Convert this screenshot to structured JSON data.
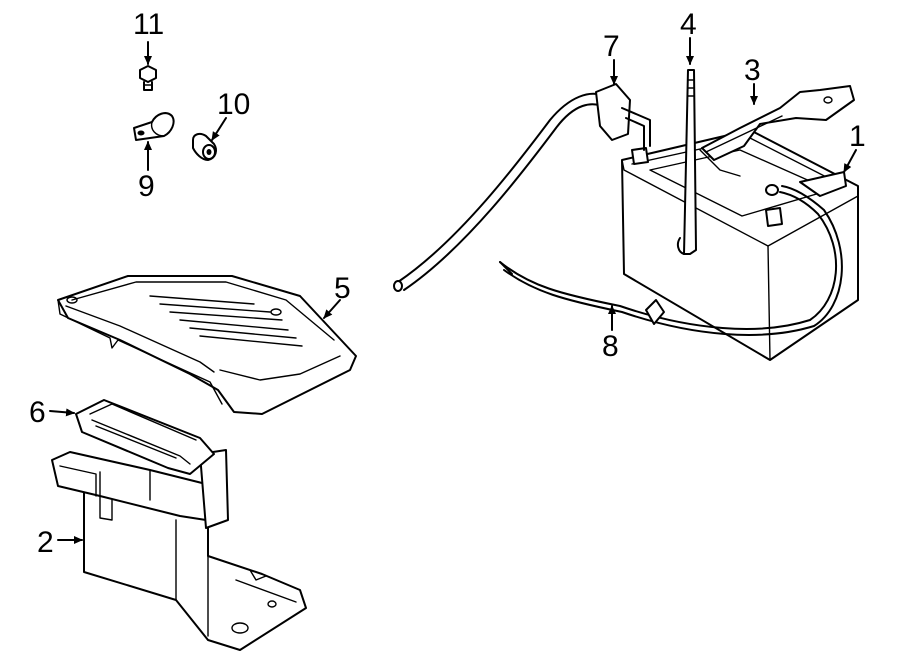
{
  "diagram": {
    "background": "#ffffff",
    "line_color": "#000000",
    "callouts": [
      {
        "id": "c1",
        "label": "1"
      },
      {
        "id": "c2",
        "label": "2"
      },
      {
        "id": "c3",
        "label": "3"
      },
      {
        "id": "c4",
        "label": "4"
      },
      {
        "id": "c5",
        "label": "5"
      },
      {
        "id": "c6",
        "label": "6"
      },
      {
        "id": "c7",
        "label": "7"
      },
      {
        "id": "c8",
        "label": "8"
      },
      {
        "id": "c9",
        "label": "9"
      },
      {
        "id": "c10",
        "label": "10"
      },
      {
        "id": "c11",
        "label": "11"
      }
    ]
  }
}
